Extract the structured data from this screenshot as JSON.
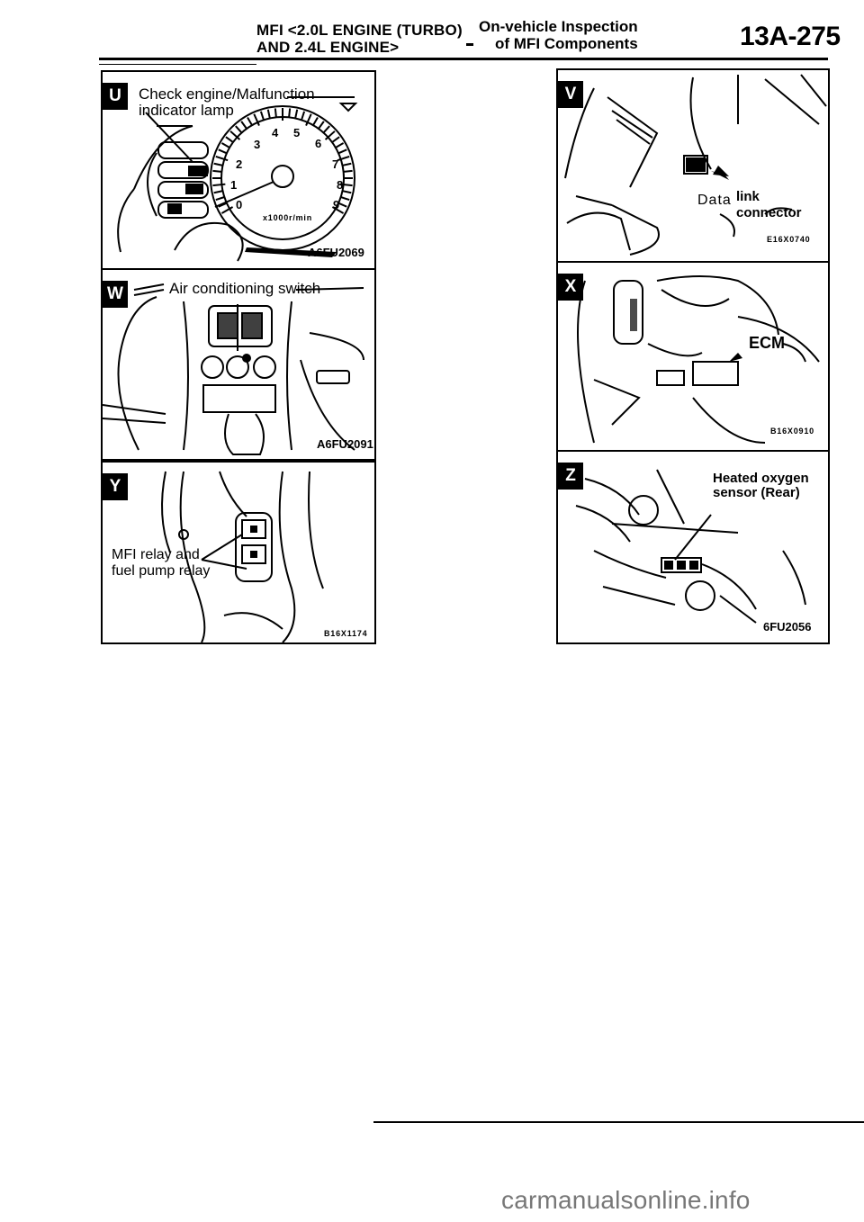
{
  "header": {
    "left_line1": "MFI <2.0L ENGINE (TURBO)",
    "left_line2": "AND 2.4L ENGINE>",
    "mid_line1": "On-vehicle Inspection",
    "mid_line2": "of MFI Components",
    "page_number": "13A-275"
  },
  "panels": {
    "U": {
      "badge": "U",
      "label_line1": "Check engine/Malfunction",
      "label_line2": "indicator lamp",
      "tach_numbers": [
        "3",
        "4",
        "5",
        "6",
        "2",
        "7",
        "1",
        "8",
        "0",
        "9"
      ],
      "tach_unit": "x1000r/min",
      "figure_code": "A6FU2069"
    },
    "V": {
      "badge": "V",
      "label_a": "Data",
      "label_b": "link connector",
      "figure_code": "E16X0740"
    },
    "W": {
      "badge": "W",
      "label": "Air conditioning switch",
      "figure_code": "A6FU2091"
    },
    "X": {
      "badge": "X",
      "label": "ECM",
      "figure_code": "B16X0910"
    },
    "Y": {
      "badge": "Y",
      "label_line1": "MFI relay and",
      "label_line2": "fuel pump relay",
      "figure_code": "B16X1174"
    },
    "Z": {
      "badge": "Z",
      "label_line1": "Heated oxygen",
      "label_line2": "sensor (Rear)",
      "figure_code": "6FU2056"
    }
  },
  "footer": {
    "watermark": "carmanualsonline.info"
  }
}
